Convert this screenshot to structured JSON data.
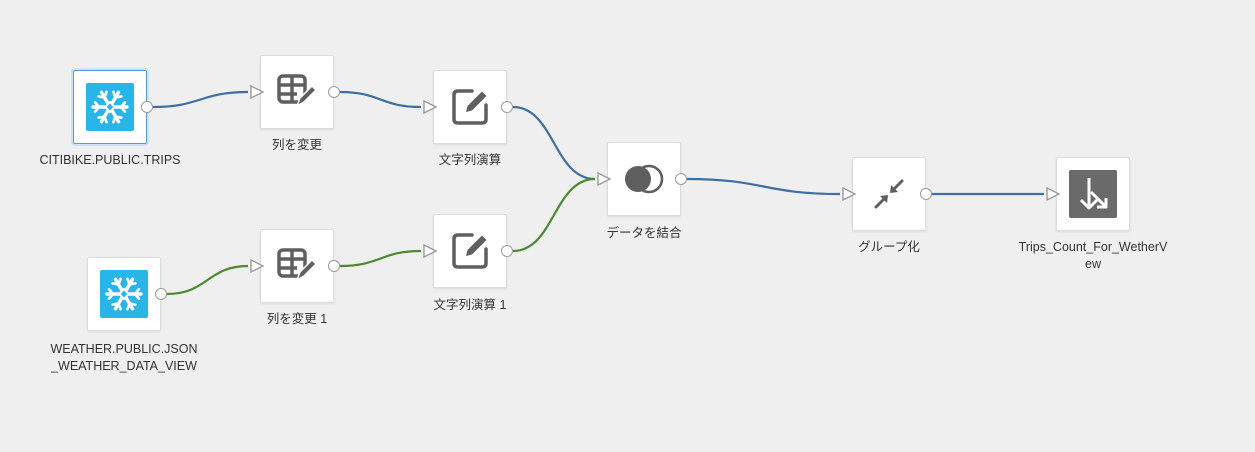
{
  "colors": {
    "background": "#efefef",
    "edge_primary": "#3d6fa5",
    "edge_secondary": "#4a8a2e",
    "snowflake": "#29b5e8",
    "icon_gray": "#5f5f5f",
    "output_gray": "#6a6a6a"
  },
  "nodes": [
    {
      "id": "src1",
      "icon": "snowflake-icon",
      "label": "CITIBIKE.PUBLIC.TRIPS",
      "selected": true
    },
    {
      "id": "chg1",
      "icon": "table-edit-icon",
      "label": "列を変更"
    },
    {
      "id": "str1",
      "icon": "pencil-square-icon",
      "label": "文字列演算"
    },
    {
      "id": "src2",
      "icon": "snowflake-icon",
      "label": "WEATHER.PUBLIC.JSON_WEATHER_DATA_VIEW"
    },
    {
      "id": "chg2",
      "icon": "table-edit-icon",
      "label": "列を変更 1"
    },
    {
      "id": "str2",
      "icon": "pencil-square-icon",
      "label": "文字列演算 1"
    },
    {
      "id": "join",
      "icon": "join-circles-icon",
      "label": "データを結合"
    },
    {
      "id": "group",
      "icon": "arrows-collapse-icon",
      "label": "グループ化"
    },
    {
      "id": "out",
      "icon": "output-target-icon",
      "label": "Trips_Count_For_WetherVew"
    }
  ],
  "edges": [
    {
      "from": "src1",
      "to": "chg1",
      "color": "edge_primary"
    },
    {
      "from": "chg1",
      "to": "str1",
      "color": "edge_primary"
    },
    {
      "from": "str1",
      "to": "join",
      "color": "edge_primary"
    },
    {
      "from": "src2",
      "to": "chg2",
      "color": "edge_secondary"
    },
    {
      "from": "chg2",
      "to": "str2",
      "color": "edge_secondary"
    },
    {
      "from": "str2",
      "to": "join",
      "color": "edge_secondary"
    },
    {
      "from": "join",
      "to": "group",
      "color": "edge_primary"
    },
    {
      "from": "group",
      "to": "out",
      "color": "edge_primary"
    }
  ]
}
